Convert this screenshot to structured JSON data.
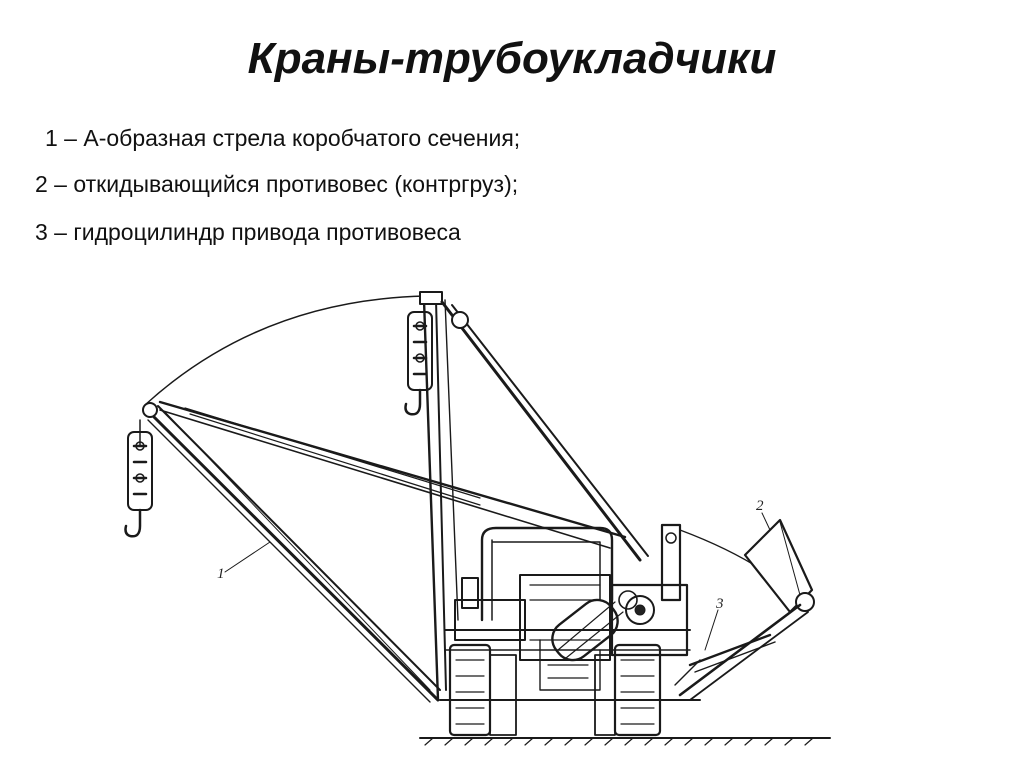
{
  "slide": {
    "title": "Краны-трубоукладчики",
    "captions": [
      "1 – А-образная стрела коробчатого сечения;",
      "2 – откидывающийся противовес (контргруз);",
      "3 – гидроцилиндр привода противовеса"
    ]
  },
  "figure": {
    "callouts": [
      "1",
      "2",
      "3"
    ]
  }
}
